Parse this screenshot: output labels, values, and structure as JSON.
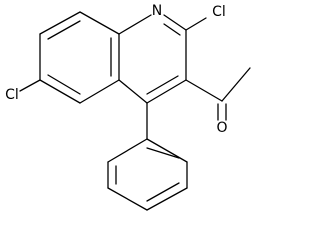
{
  "molecule": {
    "atom_labels": {
      "nitrogen": "N",
      "chlorine_2": "Cl",
      "chlorine_6": "Cl",
      "oxygen": "O"
    },
    "colors": {
      "bond": "#000000",
      "background": "#ffffff"
    }
  }
}
